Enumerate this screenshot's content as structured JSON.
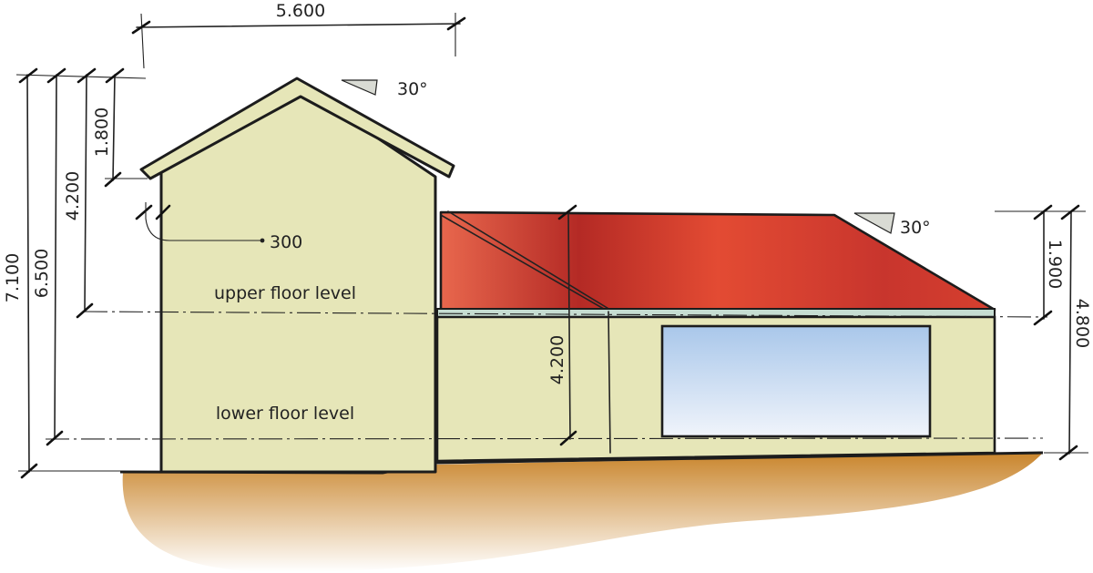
{
  "dimensions": {
    "width_house": "5.600",
    "total_height": "7.100",
    "wall_height": "6.500",
    "upper_to_eave": "4.200",
    "roof_rise_house": "1.800",
    "overhang": "300",
    "annex_height": "4.200",
    "annex_roof_rise": "1.900",
    "annex_total": "4.800"
  },
  "angles": {
    "house_roof": "30°",
    "annex_roof": "30°"
  },
  "levels": {
    "upper": "upper floor level",
    "lower": "lower floor level"
  },
  "colors": {
    "wall": "#e6e6b8",
    "roof_house": "#e6e6b8",
    "roof_annex": "#d9392e",
    "window_top": "#a9c7ea",
    "window_bottom": "#f0f4fb",
    "ground_top": "#c9852c",
    "ground_bottom": "#ffffff",
    "fascia": "#c6ddd2"
  }
}
